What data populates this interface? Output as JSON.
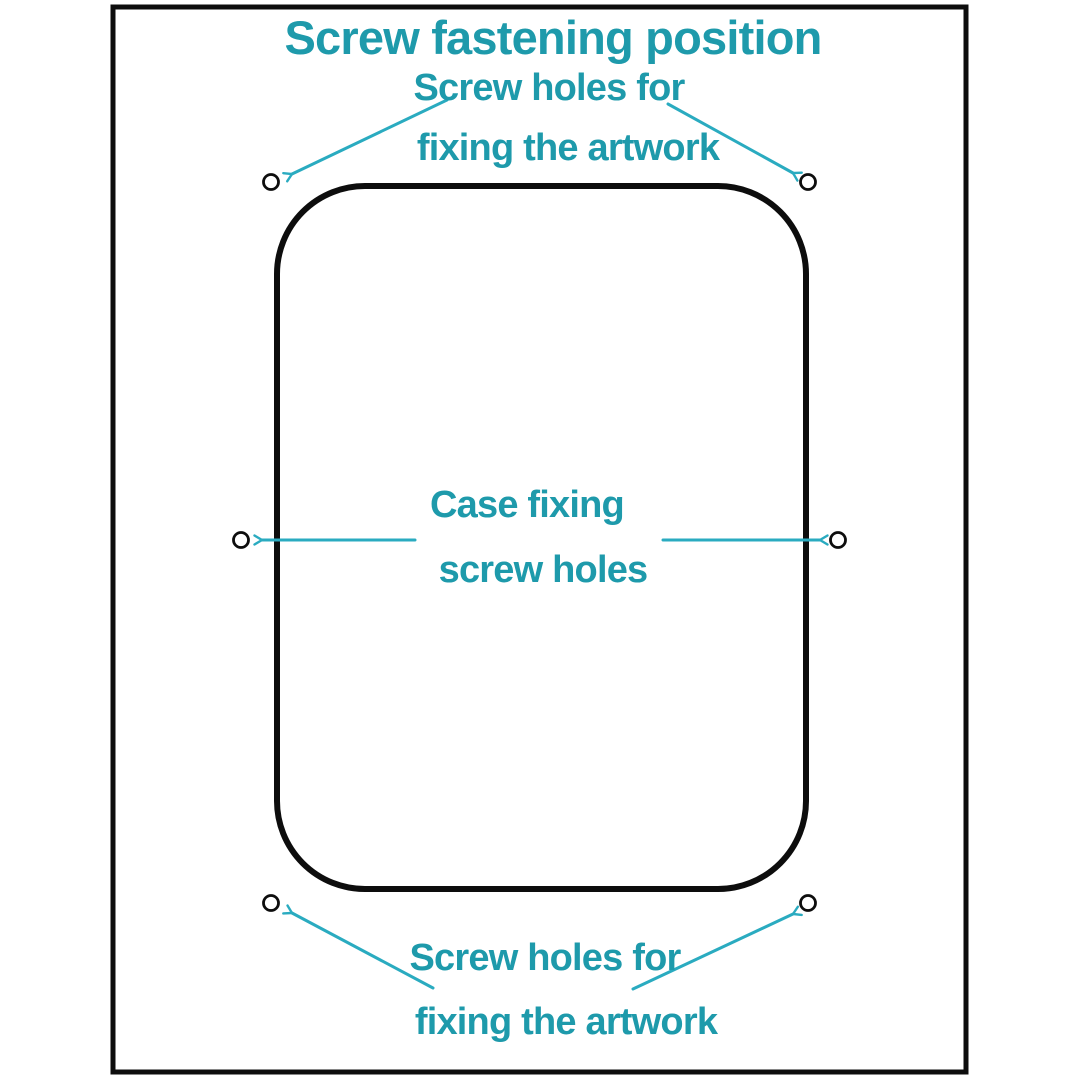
{
  "title": "Screw fastening position",
  "labels": {
    "top": {
      "line1": "Screw holes for",
      "line2": "fixing the artwork"
    },
    "middle": {
      "line1": "Case fixing",
      "line2": "screw holes"
    },
    "bottom": {
      "line1": "Screw holes for",
      "line2": "fixing the artwork"
    }
  },
  "holes": {
    "count": 6,
    "artwork_hole_positions": [
      "top-left",
      "top-right",
      "bottom-left",
      "bottom-right"
    ],
    "case_hole_positions": [
      "middle-left",
      "middle-right"
    ]
  },
  "colors": {
    "text_teal": "#1e9aab",
    "arrow_teal": "#2aabc0",
    "line_black": "#0d0d0d",
    "background": "#ffffff"
  }
}
